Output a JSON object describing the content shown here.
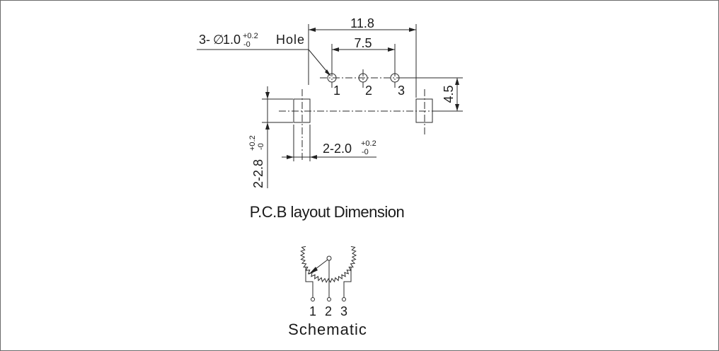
{
  "pcb": {
    "hole_prefix": "3-",
    "diameter_symbol": "∅",
    "hole_value": "1.0",
    "tol_plus": "+0.2",
    "tol_minus": "-0",
    "hole_word": "Hole",
    "overall_width": "11.8",
    "pin_span": "7.5",
    "pin_labels": [
      "1",
      "2",
      "3"
    ],
    "vertical_offset": "4.5",
    "slot_width_label": "2-2.0",
    "slot_length_label": "2-2.8",
    "title": "P.C.B layout Dimension"
  },
  "schematic": {
    "pin_labels": [
      "1",
      "2",
      "3"
    ],
    "title": "Schematic"
  }
}
